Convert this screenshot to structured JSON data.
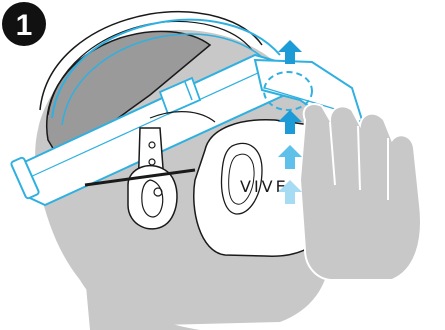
{
  "step": {
    "number": "1"
  },
  "headset": {
    "brand": "VIVE"
  },
  "instruction": {
    "arrow_count": 4,
    "direction": "up"
  },
  "colors": {
    "head_fill": "#c8c8c8",
    "outline": "#1a1a1a",
    "highlight": "#2fb0e0",
    "arrow_dark": "#1c9bd6",
    "arrow_mid": "#5fc1ea",
    "arrow_light": "#a6dcf3",
    "badge": "#111111",
    "badge_text": "#ffffff"
  }
}
